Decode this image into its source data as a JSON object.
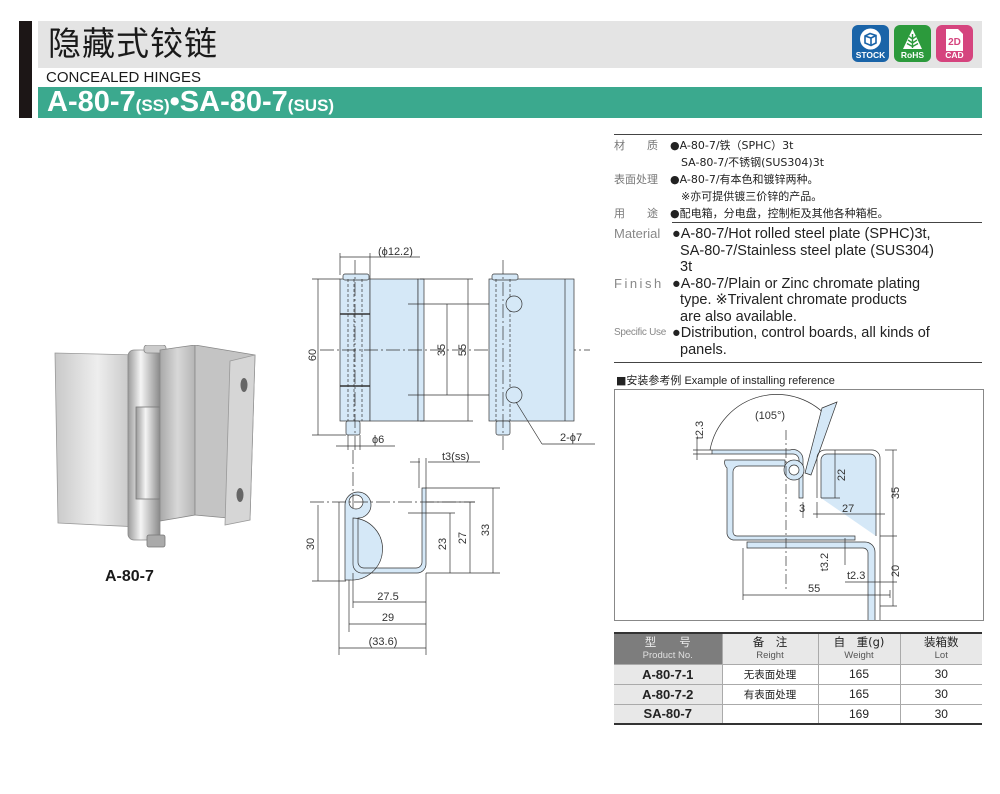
{
  "header": {
    "title_cn": "隐藏式铰链",
    "subtitle": "CONCEALED HINGES",
    "model_parts": [
      {
        "text": "A-80-7",
        "size": "big"
      },
      {
        "text": "(SS)",
        "size": "small"
      },
      {
        "text": "•SA-80-7",
        "size": "big"
      },
      {
        "text": "(SUS)",
        "size": "small"
      }
    ],
    "accent_color": "#3ba98e",
    "badges": [
      {
        "name": "stock",
        "label": "STOCK",
        "color": "#1a64a8"
      },
      {
        "name": "rohs",
        "label": "RoHS",
        "color": "#2c9a3c"
      },
      {
        "name": "cad",
        "label": "CAD",
        "icon_text": "2D",
        "color": "#d5447e"
      }
    ]
  },
  "photo": {
    "caption": "A-80-7"
  },
  "drawings": {
    "front": {
      "pin_diameter": "(ϕ12.2)",
      "height_total": "60",
      "hole_pitch": "35",
      "plate_height": "55",
      "pin_shaft": "ϕ6",
      "holes": "2-ϕ7"
    },
    "section": {
      "thickness": "t3(ss)",
      "height_30": "30",
      "height_23": "23",
      "height_27": "27",
      "height_33": "33",
      "width_27_5": "27.5",
      "width_29": "29",
      "width_33_6": "(33.6)"
    }
  },
  "specs_cn": [
    {
      "label": "材　　质",
      "lines": [
        "●A-80-7/铁（SPHC）3t",
        "　SA-80-7/不锈钢(SUS304)3t"
      ]
    },
    {
      "label": "表面处理",
      "lines": [
        "●A-80-7/有本色和镀锌两种。",
        "　※亦可提供镀三价锌的产品。"
      ]
    },
    {
      "label": "用　　途",
      "lines": [
        "●配电箱，分电盘，控制柜及其他各种箱柜。"
      ]
    }
  ],
  "specs_en": [
    {
      "label": "Material",
      "cls": "",
      "lines": [
        "●A-80-7/Hot rolled steel plate (SPHC)3t,",
        "  SA-80-7/Stainless steel plate (SUS304)",
        "  3t"
      ]
    },
    {
      "label": "Finish",
      "cls": "finish",
      "lines": [
        "●A-80-7/Plain or Zinc chromate plating",
        "  type.  ※Trivalent chromate products",
        "  are also available."
      ]
    },
    {
      "label": "Specific Use",
      "cls": "use",
      "lines": [
        "●Distribution, control boards, all kinds of",
        "  panels."
      ]
    }
  ],
  "install_ref": {
    "title_cn": "■安装参考例",
    "title_en": "Example of installing reference",
    "angle": "(105°)",
    "t_top": "t2.3",
    "dim_22": "22",
    "dim_35": "35",
    "dim_3": "3",
    "dim_27": "27",
    "t_mid": "t3.2",
    "dim_20": "20",
    "t_bottom": "t2.3",
    "dim_55": "55"
  },
  "table": {
    "headers": [
      {
        "cn": "型　　号",
        "en": "Product No."
      },
      {
        "cn": "备　注",
        "en": "Reight"
      },
      {
        "cn": "自　重(g)",
        "en": "Weight"
      },
      {
        "cn": "装箱数",
        "en": "Lot"
      }
    ],
    "rows": [
      {
        "product": "A-80-7-1",
        "remark": "无表面处理",
        "weight": "165",
        "lot": "30"
      },
      {
        "product": "A-80-7-2",
        "remark": "有表面处理",
        "weight": "165",
        "lot": "30"
      },
      {
        "product": "SA-80-7",
        "remark": "",
        "weight": "169",
        "lot": "30"
      }
    ]
  }
}
